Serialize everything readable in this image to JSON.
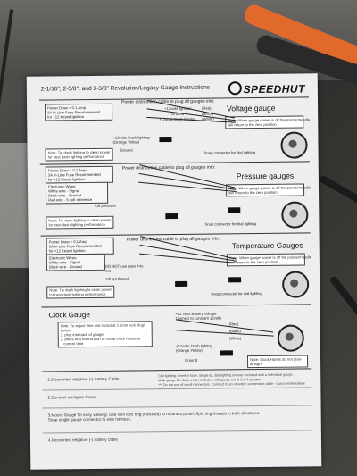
{
  "header": {
    "title": "2-1/16\", 2-5/8\", and 3-3/8\" Revolution/Legacy Gauge Instructions",
    "brand": "SPEEDHUT"
  },
  "voltage": {
    "title": "Voltage gauge",
    "power_box": "Power Draw = 0.1 Amp\n3A In-Line Fuse Recommended\nfor +12 Keyed Ignition",
    "note_left": "Note: Tie dash lighting to clean power\nfor best dash lighting performance",
    "note_right": "Note: When gauge power is off the pointer/needle\nwill return to the zero position",
    "cable_label": "Power distribution cable to plug all gauges into:",
    "wires": [
      "+12volts Ignition",
      "(Red)",
      "Ground",
      "(Black)",
      "+12volts Dash lighting",
      "(White)"
    ],
    "dash_label": "+12volts Dash lighting\n(Orange Yellow)",
    "ground_label": "Ground",
    "snap": "Snap connector for dial lighting"
  },
  "pressure": {
    "title": "Pressure gauges",
    "power_box": "Power Draw = 0.1 Amp\n3A In-Line Fuse Recommended\nfor +12 Keyed Ignition",
    "sender_box": "Electronic Wires:\nWhite wire - Signal\nBlack wire - Ground\nRed wire - 5 volt reference",
    "note_left": "Note: Tie dash lighting to clean power\nfor best dash lighting performance",
    "note_right": "Note: When gauge power is off the pointer/needle\nwill return to the zero position",
    "cable_label": "Power distribution cable to plug all gauges into:",
    "sender": "Oil pressure",
    "snap": "Snap connector for dial lighting"
  },
  "temperature": {
    "title": "Temperature Gauges",
    "power_box": "Power Draw = 0.1 Amp\n3A In-Line Fuse Recommended\nfor +12 Keyed Ignition",
    "sender_box": "Electronic Wires:\nWhite wire - Signal\nBlack wire - Ground",
    "do_not": "DO NOT use pass thru\nnut",
    "note_left": "Note: Tie dash lighting to clean power\nfor best dash lighting performance",
    "note_right": "Note: When gauge power is off the pointer/needle\nwill return to the zero position",
    "cable_label": "Power distribution cable to plug all gauges into:",
    "sender": "1/8 npt thread",
    "snap": "Snap connector for dial lighting"
  },
  "clock": {
    "title": "Clock Gauge",
    "note": "Note: To adjust time use included 3.5mm jack plug/\nbutton\n1. plug into back of gauge\n2. press and hold button to rotate clock hands to\n   current time",
    "battery": "+12 volts Battery voltage\nConnect to constant 12volts",
    "wires": [
      "(Red)",
      "(Black)",
      "(White)"
    ],
    "dash": "+12volts Dash lighting\n(Orange Yellow)",
    "ground": "Ground",
    "note_right": "Note: Clock Hands do not glow at night"
  },
  "steps": [
    "1.Disconnect negative (-) Battery Cable",
    "2.Connect wiring as shown",
    "3.Mount Gauge for easy viewing. Use spin lock ring (included) to mount to panel. Spin ring threads in both directions.\nSnap single gauge connector to wire harness.",
    "4.Reconnect negative (-) battery cable"
  ],
  "step_side": "Dial lighting: Inverter Note: Single EL dial lighting inverter included with a individual gauge.\nMulti gauge EL dial inverter included with gauge set of 2 to 6 gauges.\n*** Do not use of scroll connectors. Connect to an unswitch connection cable - dual inverter failure ***"
}
